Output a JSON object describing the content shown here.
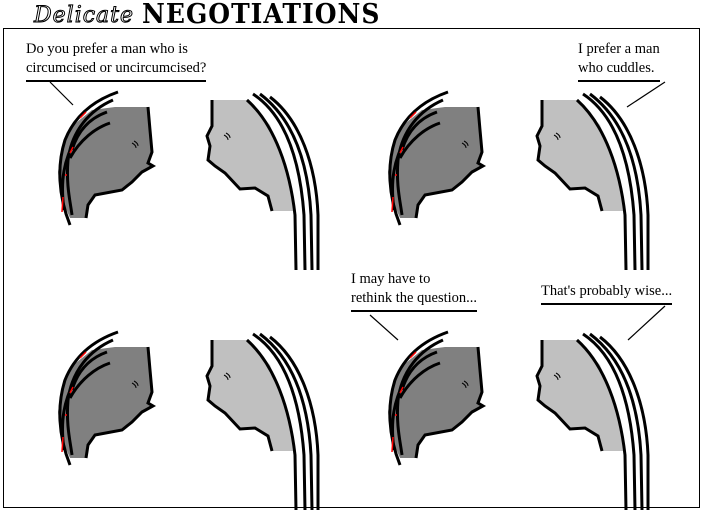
{
  "title": {
    "script_word": "Delicate",
    "bold_word": "NEGOTIATIONS"
  },
  "panels": [
    {
      "speaker": "left",
      "lines": [
        "Do you prefer a man who is",
        "circumcised or uncircumcised?"
      ]
    },
    {
      "speaker": "right",
      "lines": [
        "I prefer a man",
        "who cuddles."
      ]
    },
    {
      "speaker": "left",
      "lines": [
        "I may have to",
        "rethink the question..."
      ]
    },
    {
      "speaker": "right",
      "lines": [
        "That's probably wise..."
      ]
    }
  ],
  "colors": {
    "dark_head": "#808080",
    "light_head": "#c0c0c0",
    "hair": "#000000",
    "accent": "#ff0000"
  }
}
